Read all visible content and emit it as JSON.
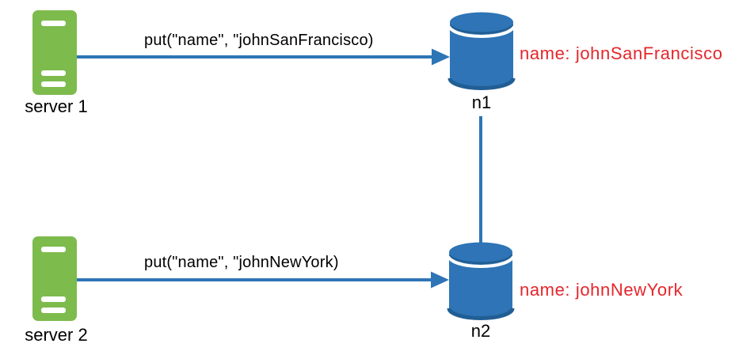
{
  "colors": {
    "server_green": "#7DBB4D",
    "db_blue": "#2E74B6",
    "db_blue_dark": "#215E94",
    "arrow_blue": "#2E75B6",
    "annotation_red": "#E5262B",
    "label_black": "#000000",
    "background": "#FFFFFF"
  },
  "diagram": {
    "servers": [
      {
        "label": "server 1"
      },
      {
        "label": "server 2"
      }
    ],
    "nodes": [
      {
        "label": "n1",
        "annotation": "name: johnSanFrancisco"
      },
      {
        "label": "n2",
        "annotation": "name: johnNewYork"
      }
    ],
    "messages": [
      {
        "from": "server 1",
        "to": "n1",
        "label": "put(\"name\", \"johnSanFrancisco)"
      },
      {
        "from": "server 2",
        "to": "n2",
        "label": "put(\"name\", \"johnNewYork)"
      }
    ],
    "links": [
      {
        "from": "n1",
        "to": "n2"
      }
    ]
  }
}
